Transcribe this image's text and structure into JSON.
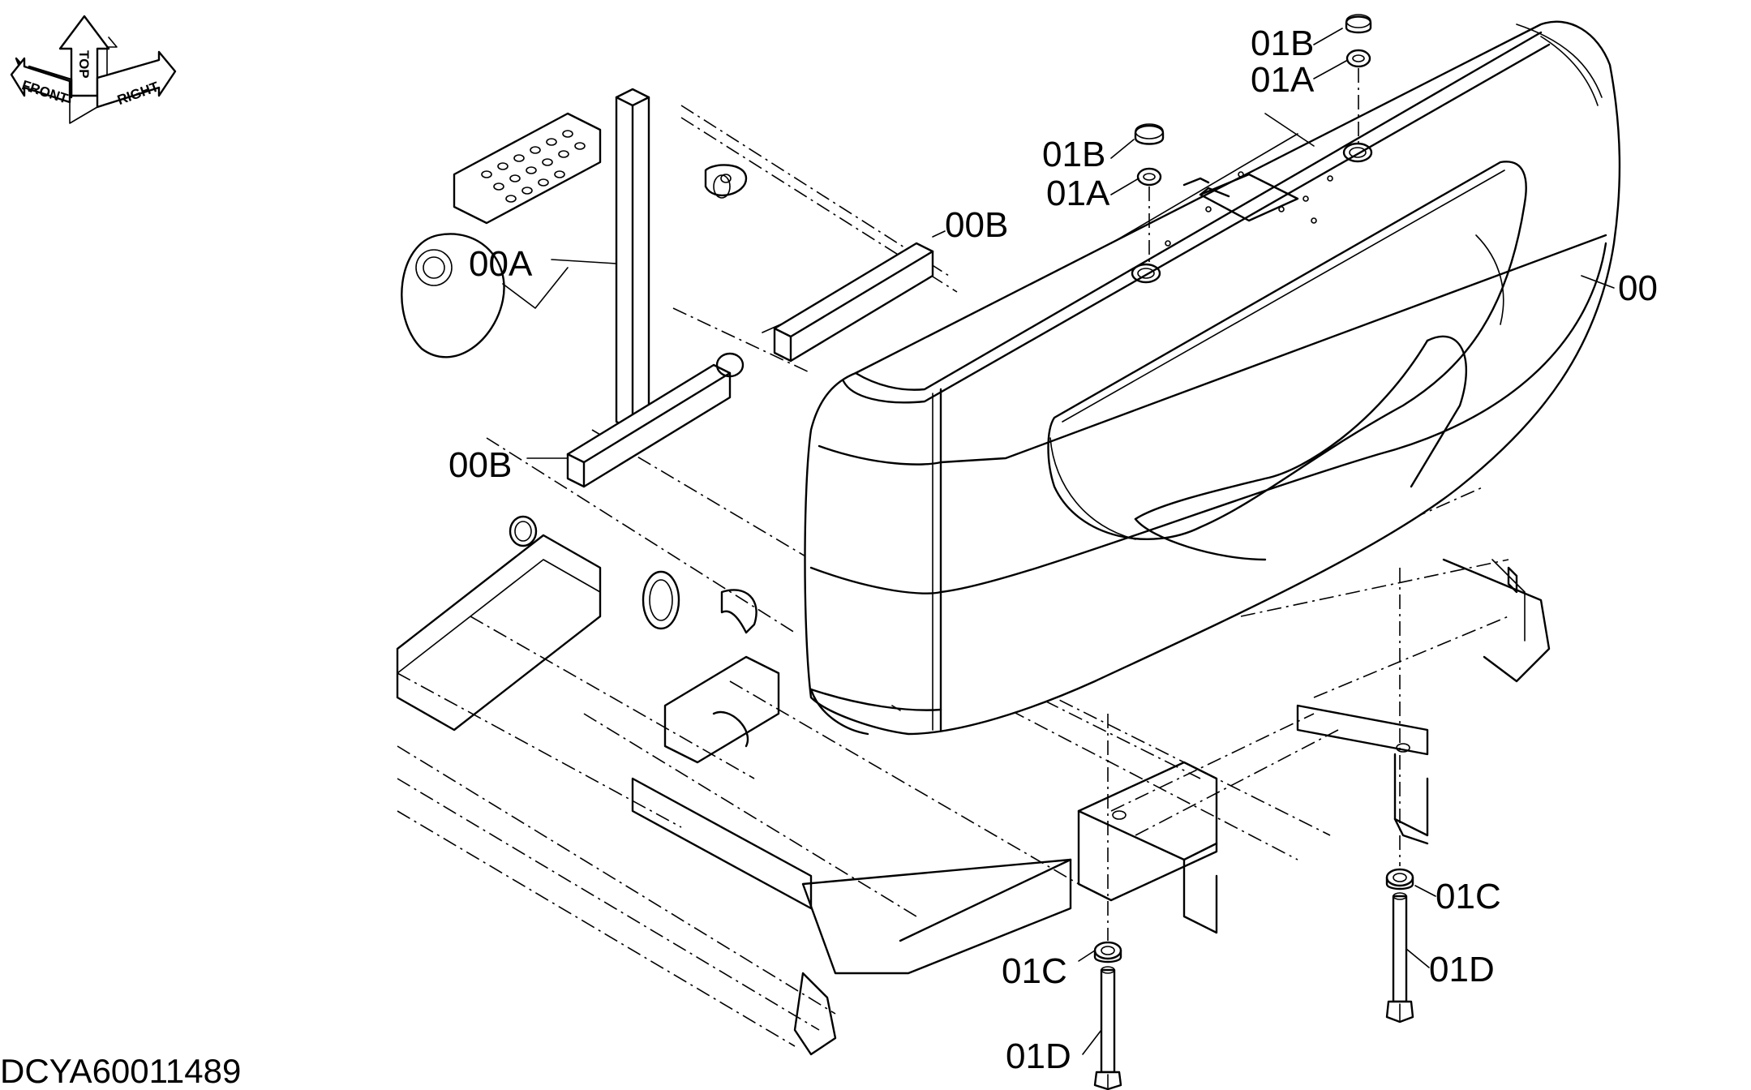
{
  "drawing_code": "DCYA60011489",
  "orientation_icon": {
    "front_label": "FRONT",
    "top_label": "TOP",
    "right_label": "RIGHT"
  },
  "callouts": {
    "c00": "00",
    "c00A": "00A",
    "c00B_top": "00B",
    "c00B_bottom": "00B",
    "c01B_top": "01B",
    "c01A_top": "01A",
    "c01B_mid": "01B",
    "c01A_mid": "01A",
    "c01C_right": "01C",
    "c01D_right": "01D",
    "c01C_left": "01C",
    "c01D_left": "01D"
  }
}
